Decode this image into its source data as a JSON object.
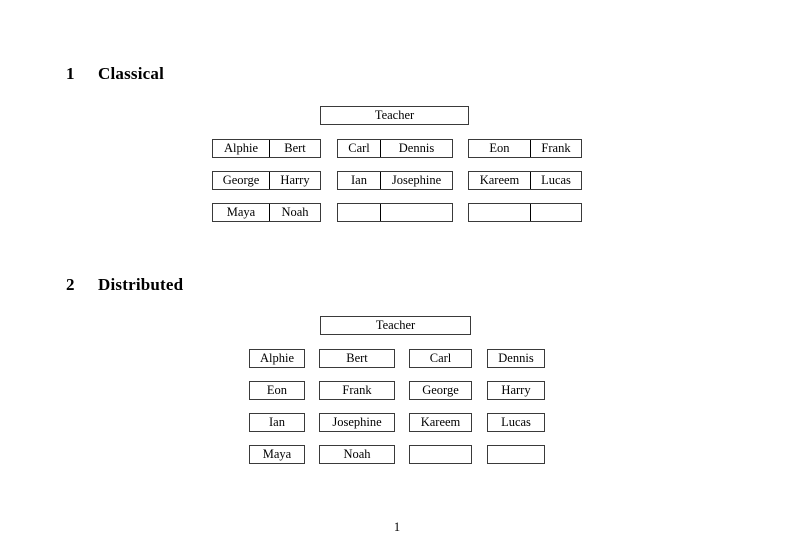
{
  "document": {
    "page_number": "1",
    "background_color": "#ffffff",
    "text_color": "#000000",
    "border_color": "#3a3a3a"
  },
  "sections": [
    {
      "number": "1",
      "title": "Classical",
      "teacher_label": "Teacher",
      "groups": [
        {
          "name": "group-a",
          "rows": [
            [
              "Alphie",
              "Bert"
            ],
            [
              "George",
              "Harry"
            ],
            [
              "Maya",
              "Noah"
            ]
          ]
        },
        {
          "name": "group-b",
          "rows": [
            [
              "Carl",
              "Dennis"
            ],
            [
              "Ian",
              "Josephine"
            ],
            [
              "",
              ""
            ]
          ]
        },
        {
          "name": "group-c",
          "rows": [
            [
              "Eon",
              "Frank"
            ],
            [
              "Kareem",
              "Lucas"
            ],
            [
              "",
              ""
            ]
          ]
        }
      ]
    },
    {
      "number": "2",
      "title": "Distributed",
      "teacher_label": "Teacher",
      "rows": [
        [
          "Alphie",
          "Bert",
          "Carl",
          "Dennis"
        ],
        [
          "Eon",
          "Frank",
          "George",
          "Harry"
        ],
        [
          "Ian",
          "Josephine",
          "Kareem",
          "Lucas"
        ],
        [
          "Maya",
          "Noah",
          "",
          ""
        ]
      ]
    }
  ]
}
